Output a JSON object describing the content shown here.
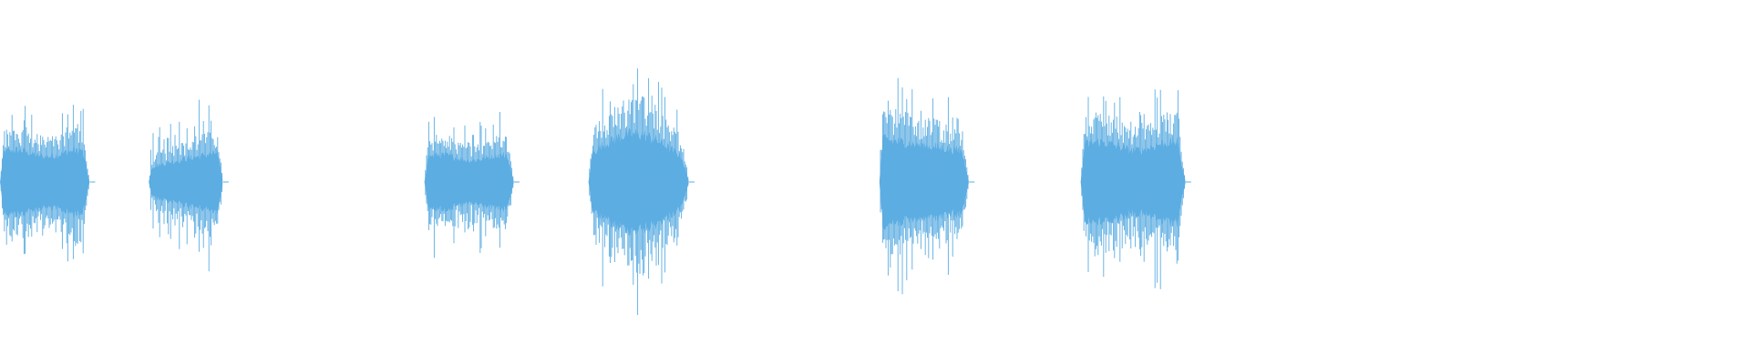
{
  "waveform": {
    "color": "#5dade2",
    "background": "#ffffff",
    "segments": [
      {
        "start_s": 0.0,
        "end_s": 0.41,
        "peak": 0.46,
        "body": 0.2,
        "shape": "flat"
      },
      {
        "start_s": 0.68,
        "end_s": 1.02,
        "peak": 0.54,
        "body": 0.19,
        "shape": "rising"
      },
      {
        "start_s": 1.94,
        "end_s": 2.35,
        "peak": 0.4,
        "body": 0.17,
        "shape": "flat"
      },
      {
        "start_s": 2.69,
        "end_s": 3.15,
        "peak": 0.7,
        "body": 0.3,
        "shape": "peaked"
      },
      {
        "start_s": 4.02,
        "end_s": 4.43,
        "peak": 0.61,
        "body": 0.27,
        "shape": "front-loaded"
      },
      {
        "start_s": 4.94,
        "end_s": 5.42,
        "peak": 0.57,
        "body": 0.25,
        "shape": "flat"
      }
    ],
    "duration_s": 8.0
  }
}
